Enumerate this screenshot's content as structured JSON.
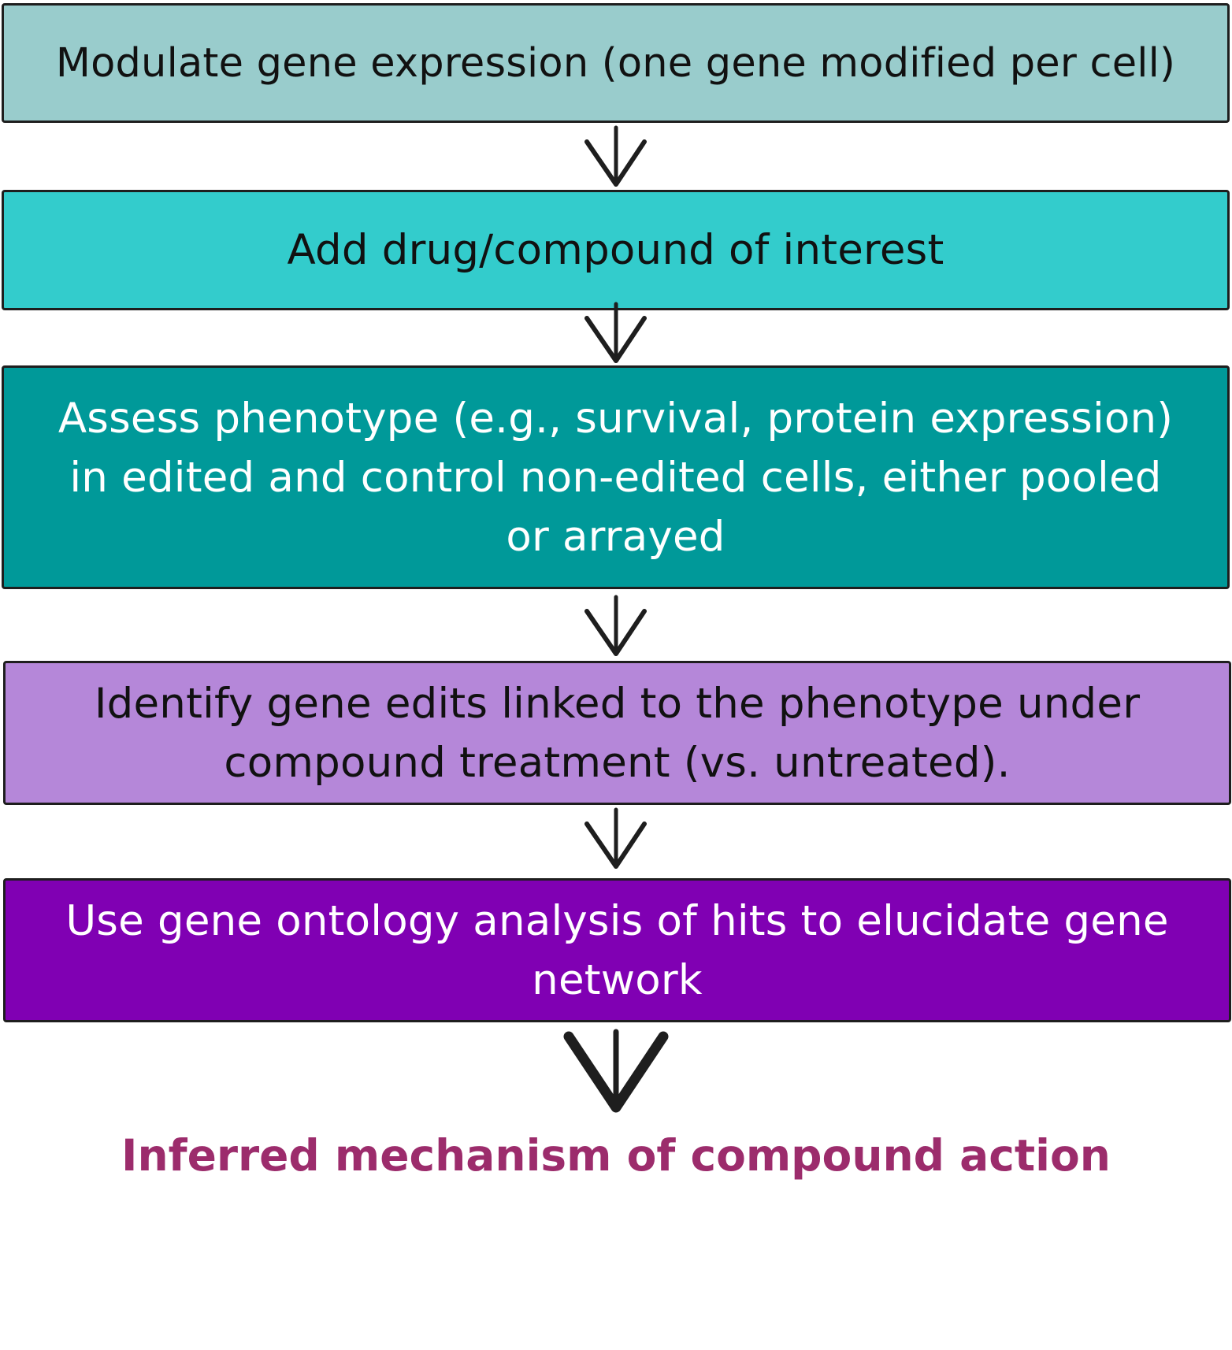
{
  "steps": [
    {
      "text": "Modulate gene expression (one gene modified per cell)",
      "fill": "#99cccc",
      "text_color": "#111111"
    },
    {
      "text": "Add drug/compound of interest",
      "fill": "#33cccc",
      "text_color": "#111111"
    },
    {
      "text": "Assess phenotype (e.g., survival, protein expression) in edited and control non-edited cells, either pooled or arrayed",
      "fill": "#009999",
      "text_color": "#ffffff"
    },
    {
      "text": "Identify gene edits linked to the phenotype under compound treatment (vs. untreated).",
      "fill": "#b587d9",
      "text_color": "#111111"
    },
    {
      "text": "Use gene ontology analysis of hits to elucidate gene network",
      "fill": "#8000b3",
      "text_color": "#ffffff"
    }
  ],
  "conclusion": {
    "text": "Inferred mechanism of compound action",
    "color": "#9c2c6c"
  },
  "arrow_color": "#1e1e1e",
  "border_color": "#1e1e1e"
}
